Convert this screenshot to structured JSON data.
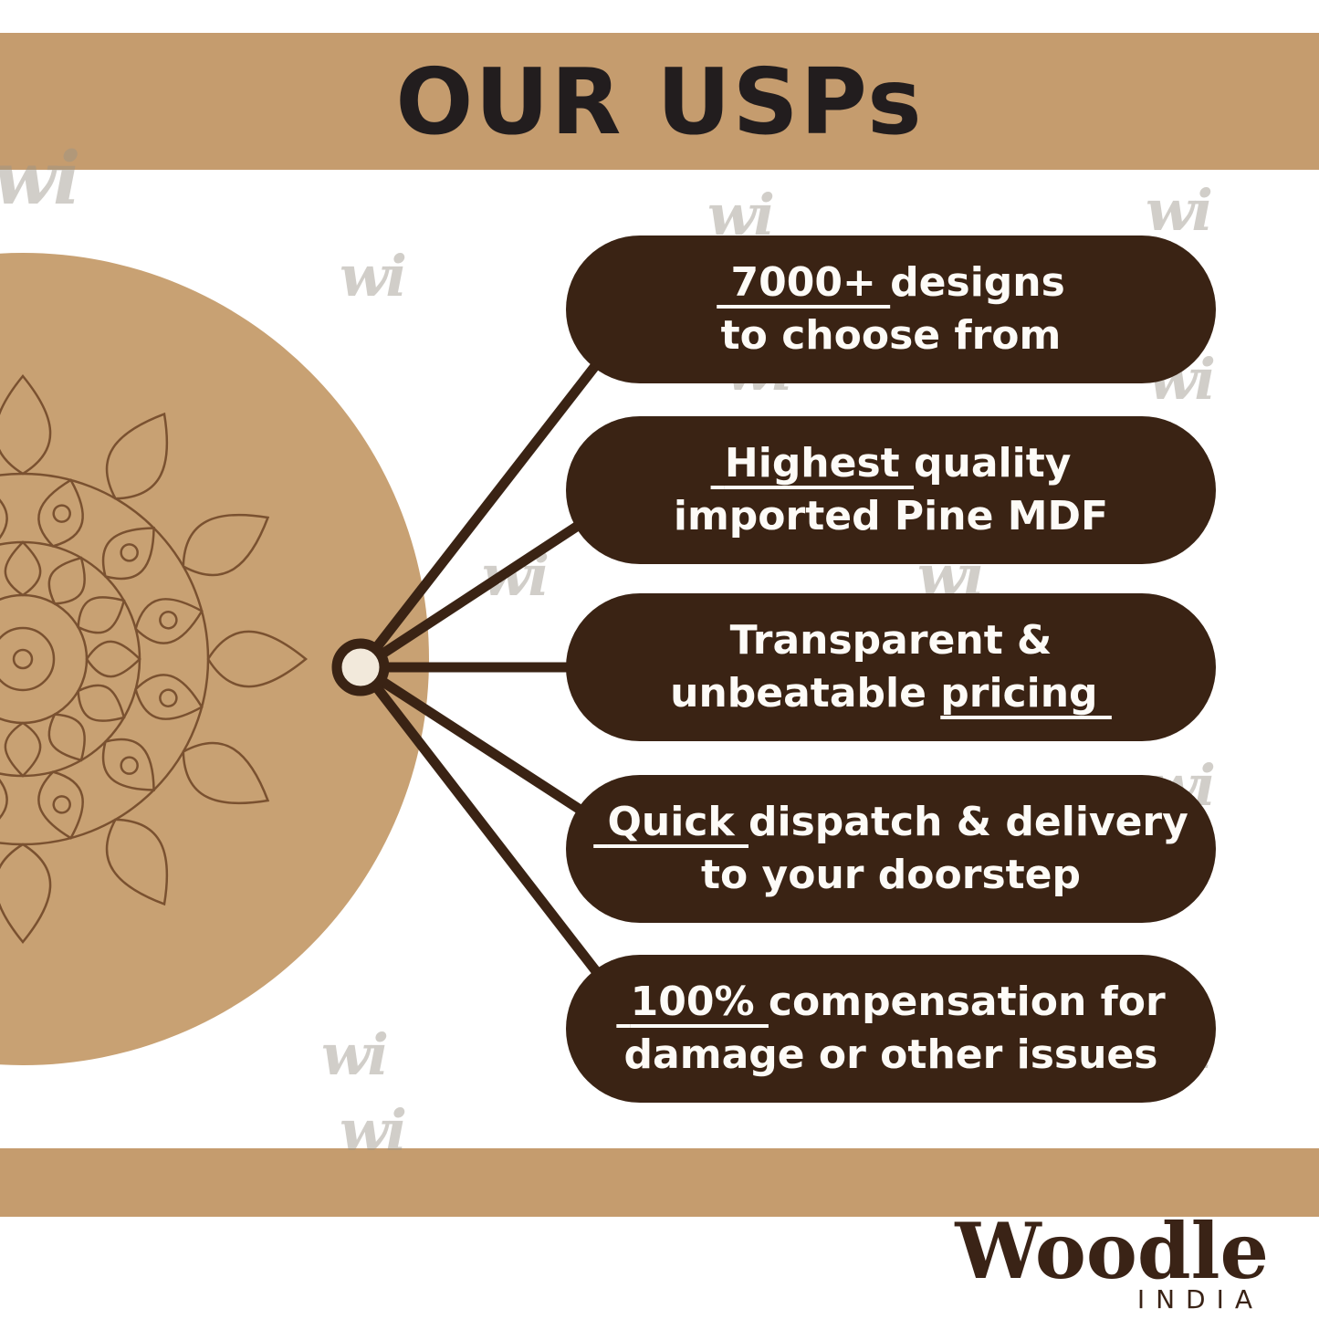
{
  "header": {
    "title": "OUR USPs"
  },
  "watermark": {
    "text": "wi"
  },
  "usps": [
    {
      "lines": [
        [
          {
            "t": " 7000+ ",
            "u": true
          },
          {
            "t": "designs",
            "u": false
          }
        ],
        [
          {
            "t": "to choose from",
            "u": false
          }
        ]
      ]
    },
    {
      "lines": [
        [
          {
            "t": " Highest ",
            "u": true
          },
          {
            "t": "quality",
            "u": false
          }
        ],
        [
          {
            "t": "imported Pine MDF",
            "u": false
          }
        ]
      ]
    },
    {
      "lines": [
        [
          {
            "t": "Transparent &",
            "u": false
          }
        ],
        [
          {
            "t": "unbeatable ",
            "u": false
          },
          {
            "t": "pricing ",
            "u": true
          }
        ]
      ]
    },
    {
      "lines": [
        [
          {
            "t": " Quick ",
            "u": true
          },
          {
            "t": "dispatch & delivery",
            "u": false
          }
        ],
        [
          {
            "t": "to your doorstep",
            "u": false
          }
        ]
      ]
    },
    {
      "lines": [
        [
          {
            "t": " 100% ",
            "u": true
          },
          {
            "t": "compensation for",
            "u": false
          }
        ],
        [
          {
            "t": "damage or other issues",
            "u": false
          }
        ]
      ]
    }
  ],
  "footer": {
    "brand": "Woodle",
    "country": "INDIA"
  },
  "colors": {
    "band": "#C59C6E",
    "pill": "#3A2314",
    "board": "#C8A173",
    "mandala_line": "#7A5130",
    "hub_fill": "#F2E9DB",
    "title_text": "#221D1E",
    "pill_text": "#FDFBF7"
  }
}
